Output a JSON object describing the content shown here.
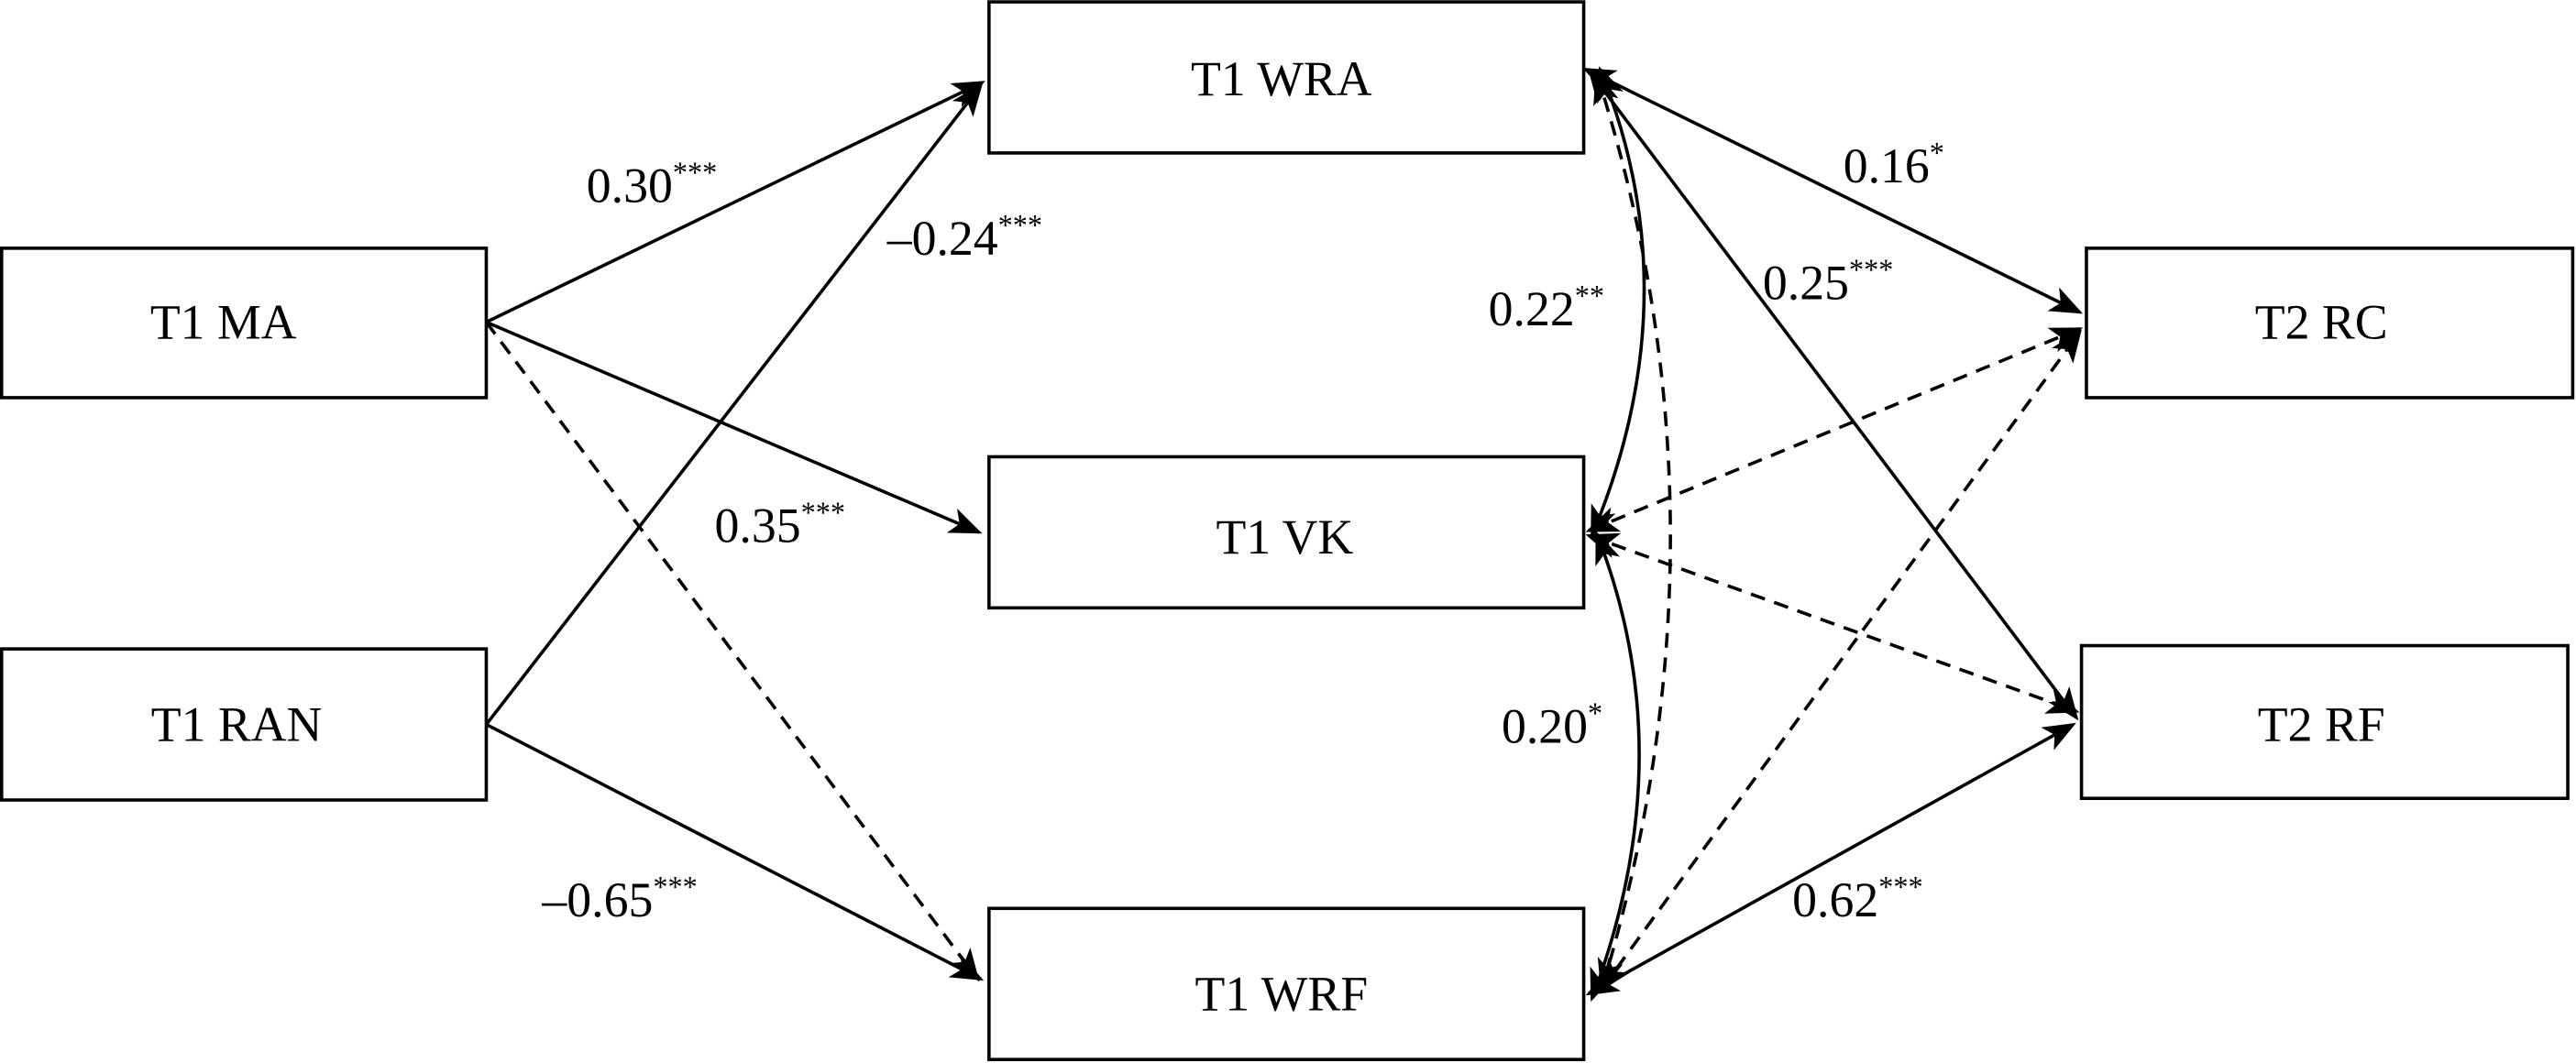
{
  "diagram": {
    "nodes": [
      {
        "id": "ma",
        "label": "T1 MA"
      },
      {
        "id": "ran",
        "label": "T1 RAN"
      },
      {
        "id": "wra",
        "label": "T1 WRA"
      },
      {
        "id": "vk",
        "label": "T1 VK"
      },
      {
        "id": "wrf",
        "label": "T1 WRF"
      },
      {
        "id": "rc",
        "label": "T2 RC"
      },
      {
        "id": "rf",
        "label": "T2 RF"
      }
    ],
    "edges": [
      {
        "from": "ma",
        "to": "wra",
        "style": "solid",
        "value": "0.30",
        "sig": "***"
      },
      {
        "from": "ran",
        "to": "wra",
        "style": "solid",
        "value": "–0.24",
        "sig": "***"
      },
      {
        "from": "ma",
        "to": "vk",
        "style": "solid",
        "value": "0.35",
        "sig": "***"
      },
      {
        "from": "ran",
        "to": "wrf",
        "style": "solid",
        "value": "–0.65",
        "sig": "***"
      },
      {
        "from": "ma",
        "to": "wrf",
        "style": "dashed",
        "value": "",
        "sig": ""
      },
      {
        "from": "wra",
        "to": "rc",
        "style": "solid",
        "value": "0.16",
        "sig": "*"
      },
      {
        "from": "wra",
        "to": "rf",
        "style": "solid",
        "value": "0.25",
        "sig": "***"
      },
      {
        "from": "wrf",
        "to": "rf",
        "style": "solid",
        "value": "0.62",
        "sig": "***"
      },
      {
        "from": "vk",
        "to": "rc",
        "style": "dashed",
        "value": "",
        "sig": ""
      },
      {
        "from": "vk",
        "to": "rf",
        "style": "dashed",
        "value": "",
        "sig": ""
      },
      {
        "from": "wra",
        "to": "wrf",
        "style": "dashed",
        "value": "",
        "sig": ""
      },
      {
        "from": "wrf",
        "to": "rc",
        "style": "dashed",
        "value": "",
        "sig": ""
      },
      {
        "from": "wra",
        "to": "vk",
        "style": "curved-bidirectional",
        "value": "0.22",
        "sig": "**"
      },
      {
        "from": "vk",
        "to": "wrf",
        "style": "curved-bidirectional",
        "value": "0.20",
        "sig": "*"
      }
    ]
  }
}
